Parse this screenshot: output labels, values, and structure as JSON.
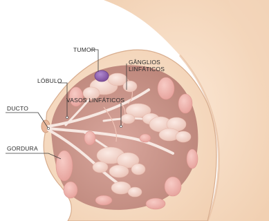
{
  "diagram": {
    "labels": {
      "tumor": "TUMOR",
      "lobulo": "LÓBULO",
      "ganglios_line1": "GÂNGLIOS",
      "ganglios_line2": "LINFÁTICOS",
      "vasos": "VASOS LINFÁTICOS",
      "ducto": "DUCTO",
      "gordura": "GORDURA"
    },
    "colors": {
      "skin": "#f6dcc2",
      "skin_shadow": "#e9c4a4",
      "tissue": "#c48a80",
      "lobule": "#f4d8cf",
      "fat": "#efb3ad",
      "tumor": "#8a5aa8",
      "leader_line": "#3a3a3a"
    }
  }
}
